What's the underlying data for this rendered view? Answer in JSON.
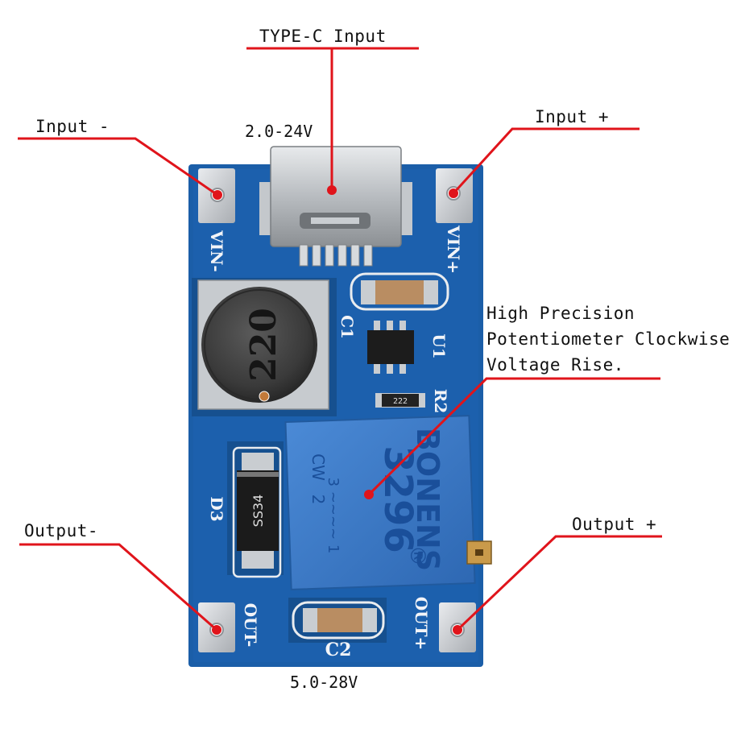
{
  "labels": {
    "type_c_input": "TYPE-C Input",
    "input_minus": "Input -",
    "input_plus": "Input +",
    "input_voltage": "2.0-24V",
    "potentiometer_line1": "High Precision",
    "potentiometer_line2": "Potentiometer Clockwise",
    "potentiometer_line3": "Voltage Rise.",
    "output_minus": "Output-",
    "output_plus": "Output +",
    "output_voltage": "5.0-28V"
  },
  "silkscreen": {
    "vin_minus": "VIN-",
    "vin_plus": "VIN+",
    "out_minus": "OUT-",
    "out_plus": "OUT+",
    "c1": "C1",
    "c2": "C2",
    "d3": "D3",
    "u1": "U1",
    "r2": "R2",
    "inductor_value": "220",
    "diode_marking": "SS34",
    "resistor_marking": "222"
  },
  "potentiometer": {
    "brand": "BONENS",
    "model": "3296",
    "registered": "®",
    "cw_text": "CW",
    "side_marks": "3 ~~~~ 1",
    "num2": "2"
  },
  "colors": {
    "pcb": "#1b5ea8",
    "pcb_dark": "#154c8c",
    "callout": "#e0141b",
    "pot": "#3a7ac9"
  }
}
